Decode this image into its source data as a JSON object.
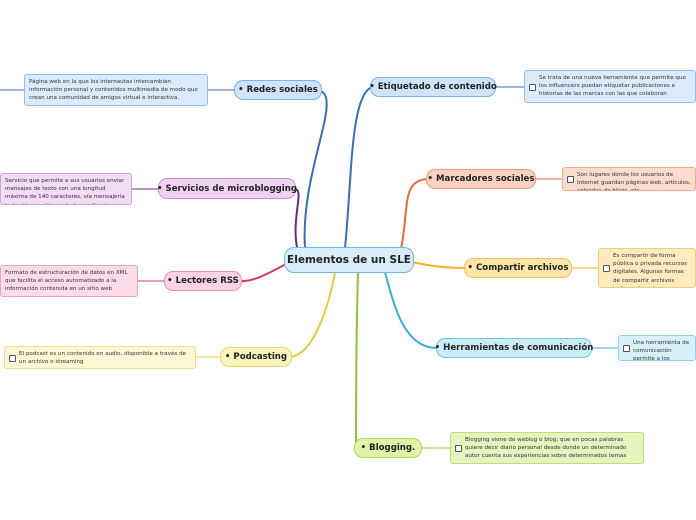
{
  "center": {
    "label": "Elementos de un SLE",
    "bg": "#d7eef8",
    "border": "#6fbadf"
  },
  "left_branches": [
    {
      "label": "• Redes sociales",
      "bg": "#cfe4fb",
      "border": "#7fb0e6",
      "line": "#3a6fb4",
      "note": "Página web en la que los internautas intercambian información personal y contenidos multimedia de modo que crean una comunidad de amigos virtual e interactiva.",
      "note_bg": "#dbeafc",
      "note_border": "#95bce9"
    },
    {
      "label": "• Servicios de microblogging",
      "bg": "#f0d2f3",
      "border": "#c88fd0",
      "line": "#6a2c78",
      "note": "Servicio que permite a sus usuarios enviar mensajes de texto con una longitud máxima de 140 caracteres, vía mensajería instantánea, sitios web de o aplicaciones",
      "note_bg": "#f3dcf5",
      "note_border": "#d3a1da"
    },
    {
      "label": "• Lectores RSS",
      "bg": "#fbd3e2",
      "border": "#e98fb1",
      "line": "#d4386d",
      "note": "Formato de estructuración de datos en XML que facilita el acceso automatizado a la información contenida en un sitio web",
      "note_bg": "#fcdce8",
      "note_border": "#eba4bf"
    },
    {
      "label": "• Podcasting",
      "bg": "#fcf4bd",
      "border": "#e8d46e",
      "line": "#e2cc3a",
      "note": "El podcast es un contenido en audio, disponible a través de un archivo o streaming",
      "note_bg": "#fdf8d3",
      "note_border": "#ece093"
    }
  ],
  "right_branches": [
    {
      "label": "• Etiquetado de contenido",
      "bg": "#cfe4fb",
      "border": "#7fb0e6",
      "line": "#3a6fb4",
      "note": "Se trata de una nueva herramienta que permite que los influencers puedan etiquetar publicaciones e historias de las marcas con las que colaboran",
      "note_bg": "#dbeafc",
      "note_border": "#95bce9"
    },
    {
      "label": "• Marcadores sociales",
      "bg": "#fbd2c2",
      "border": "#ef9a78",
      "line": "#ea6a3a",
      "note": "Son lugares donde los usuarios de Internet guardan páginas web, artículos, entradas de blogs, etc.",
      "note_bg": "#fcdccf",
      "note_border": "#f0aa8e"
    },
    {
      "label": "• Compartir archivos",
      "bg": "#fde5a8",
      "border": "#eec35a",
      "line": "#f0b229",
      "note": "Es compartir de forma pública o privada recursos digitales. Algunas formas de compartir archivos incluyen la web, dispositivos USB, servidores FTP o redes (YouTube, Instagram...)",
      "note_bg": "#fdebbf",
      "note_border": "#efcf7c"
    },
    {
      "label": "• Herramientas de comunicación",
      "bg": "#c9ecf7",
      "border": "#73c6e2",
      "line": "#3dadd6",
      "note": "Una herramienta de comunicación permite a los miembros de tu equipo...",
      "note_bg": "#d6f1f9",
      "note_border": "#8fd1e8"
    },
    {
      "label": "• Blogging.",
      "bg": "#def2a8",
      "border": "#b3d65a",
      "line": "#8cc43a",
      "note": "Blogging viene de weblog o blog, que en pocas palabras quiere decir diario personal desde donde un determinado autor cuenta sus experiencias sobre determinados temas",
      "note_bg": "#e6f5bf",
      "note_border": "#bfdc7b"
    }
  ]
}
